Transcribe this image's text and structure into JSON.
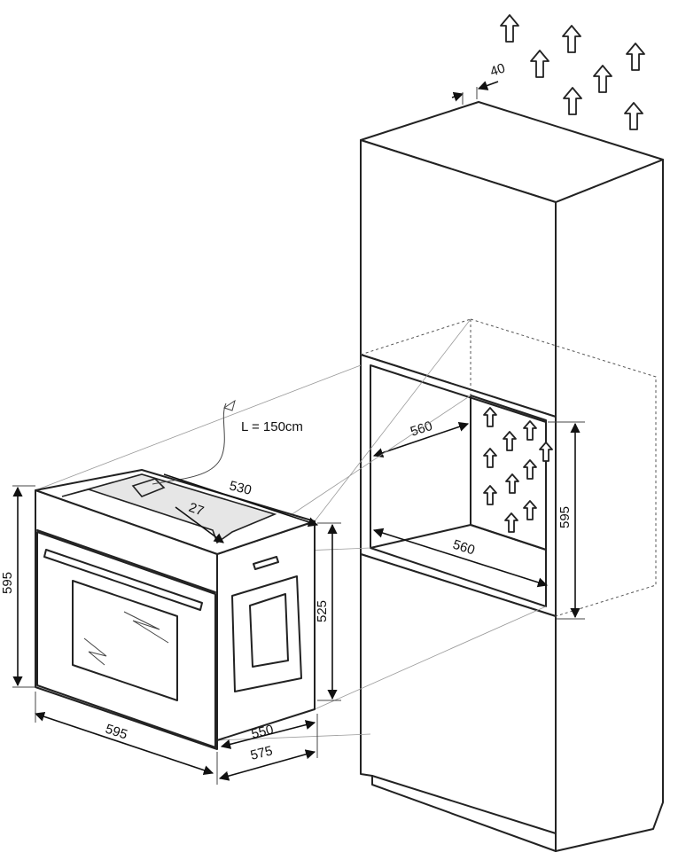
{
  "dimensions": {
    "oven_height": "595",
    "oven_width": "595",
    "oven_body_height": "525",
    "oven_depth_550": "550",
    "oven_depth_575": "575",
    "oven_depth_530": "530",
    "oven_top_27": "27",
    "cable_length": "L = 150cm",
    "niche_width": "560",
    "niche_depth": "560",
    "niche_height": "595",
    "top_gap": "40"
  },
  "colors": {
    "line": "#222222",
    "guide": "#9a9a9a",
    "panel": "#e6e6e6"
  },
  "icons": [
    "vent-arrow-icon",
    "cable-plug-icon"
  ]
}
